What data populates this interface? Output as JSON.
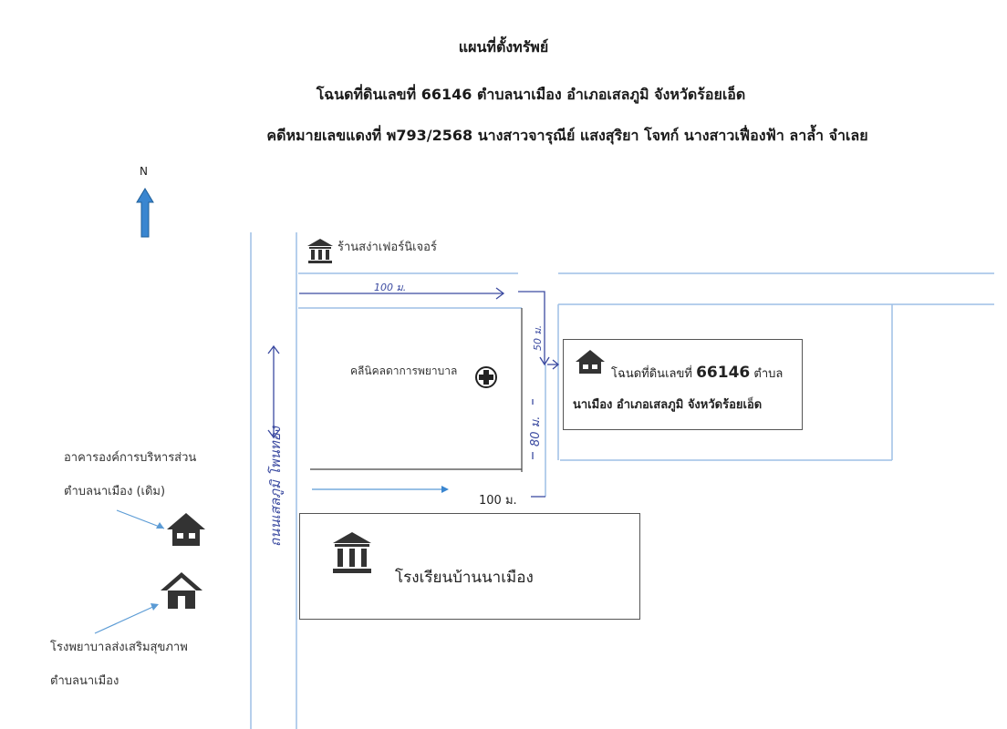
{
  "header": {
    "title": "แผนที่ตั้งทรัพย์",
    "subtitle": "โฉนดที่ดินเลขที่ 66146 ตำบลนาเมือง อำเภอเสลภูมิ จังหวัดร้อยเอ็ด",
    "case_line": "คดีหมายเลขแดงที่ พ793/2568 นางสาวจารุณีย์ แสงสุริยา โจทก์ นางสาวเฟื่องฟ้า ลาล้ำ จำเลย"
  },
  "compass": {
    "label": "N"
  },
  "road": {
    "name": "ถนนเสลภูมิ โพนทอง"
  },
  "landmarks": {
    "furniture_shop": "ร้านสง่าเฟอร์นิเจอร์",
    "clinic": "คลีนิคลดาการพยาบาล",
    "property_line1_prefix": "โฉนดที่ดินเลขที่",
    "property_number": "66146",
    "property_line1_suffix": "ตำบล",
    "property_line2": "นาเมือง อำเภอเสลภูมิ จังหวัดร้อยเอ็ด",
    "school": "โรงเรียนบ้านนาเมือง",
    "sao_office_line1": "อาคารองค์การบริหารส่วน",
    "sao_office_line2": "ตำบลนาเมือง (เดิม)",
    "health_center_line1": "โรงพยาบาลส่งเสริมสุขภาพ",
    "health_center_line2": "ตำบลนาเมือง"
  },
  "distances": {
    "top_road": "100 ม.",
    "side_50": "50 ม.",
    "side_80": "80 ม.",
    "bottom_road": "100 ม."
  },
  "colors": {
    "road_line": "#9dbfe6",
    "ink": "#3b4aa0",
    "arrow_fill": "#3a86d0",
    "icon": "#333333"
  }
}
